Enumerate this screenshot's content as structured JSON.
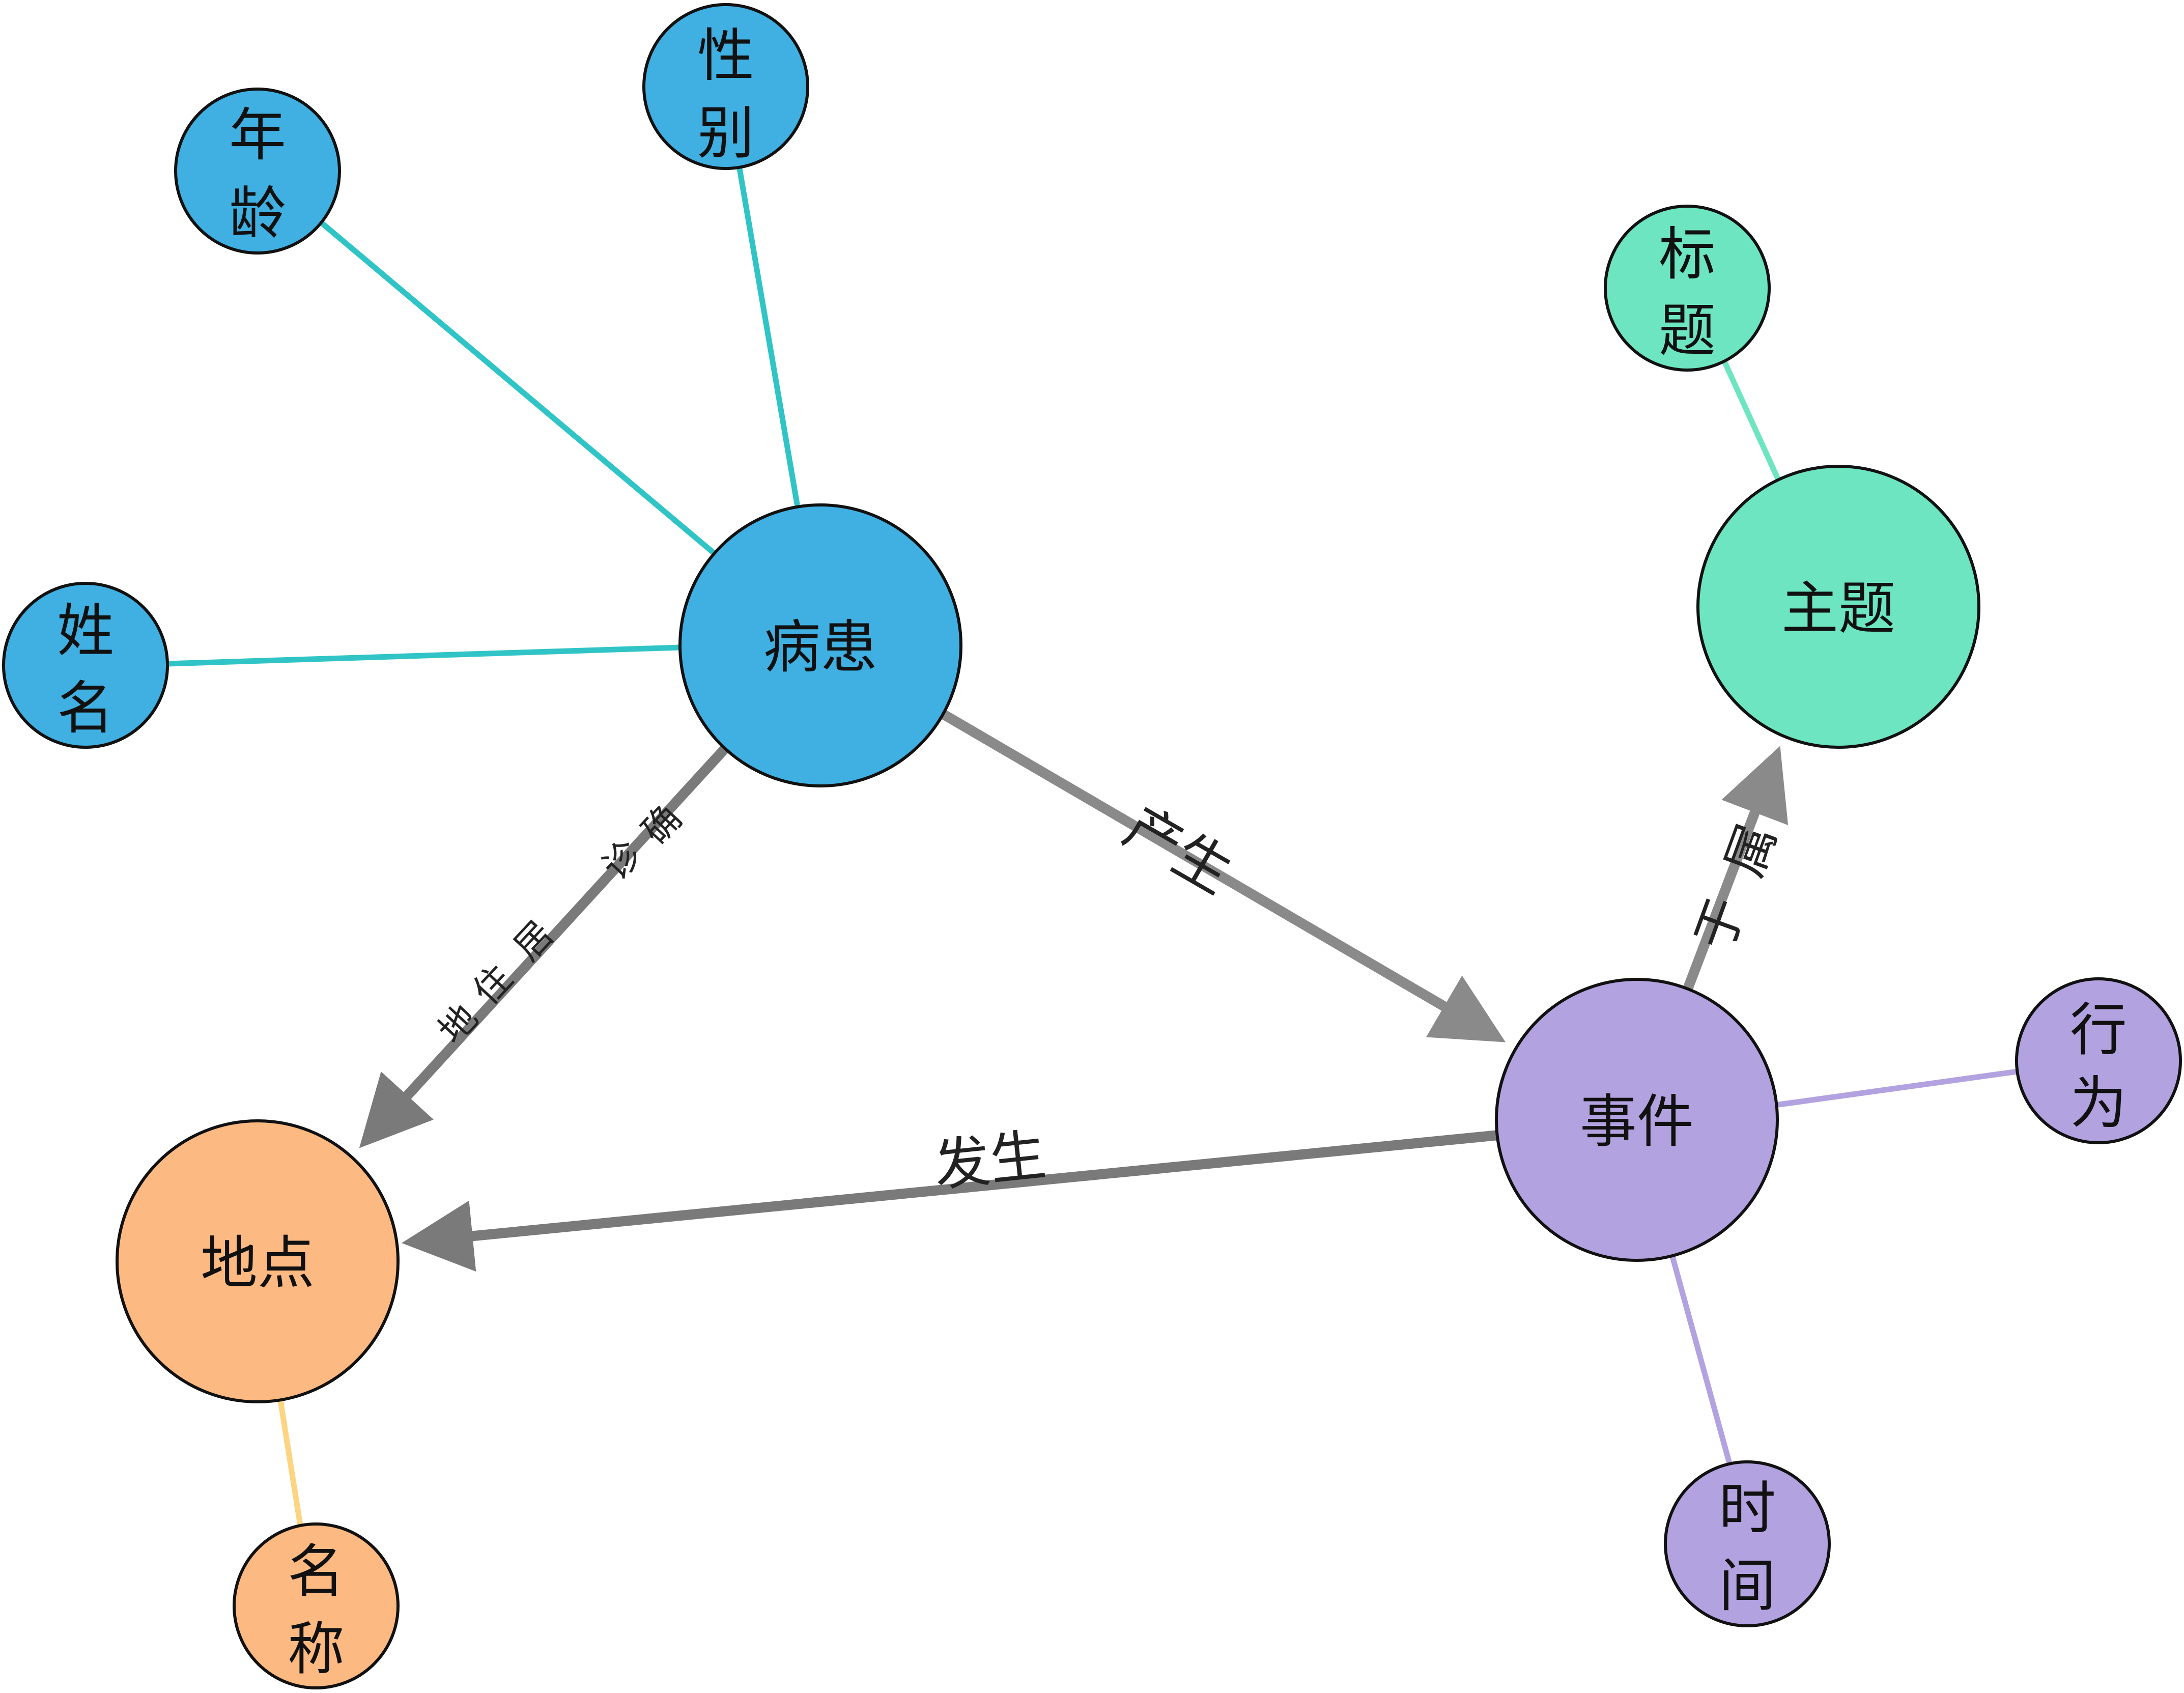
{
  "colors": {
    "patient": "#40b0e2",
    "patient_link": "#30c4c6",
    "event": "#b3a2e0",
    "event_link": "#b3a2e0",
    "place": "#fdb982",
    "place_link": "#fdd482",
    "topic": "#6de5c0",
    "topic_link": "#6de5c0",
    "relation": "#8a8a8a",
    "relation_dark": "#7a7a7a",
    "node_stroke": "#111111"
  },
  "nodes": {
    "patient": "病患",
    "patient_name": [
      "姓",
      "名"
    ],
    "patient_age": [
      "年",
      "龄"
    ],
    "patient_gender": [
      "性",
      "别"
    ],
    "place": "地点",
    "place_name": [
      "名",
      "称"
    ],
    "event": "事件",
    "event_action": [
      "行",
      "为"
    ],
    "event_time": [
      "时",
      "间"
    ],
    "topic": "主题",
    "topic_title": [
      "标",
      "题"
    ]
  },
  "edges": {
    "patient_place": [
      "确",
      "诊",
      "居",
      "住",
      "地"
    ],
    "patient_event": "产生",
    "event_place": "发生",
    "event_topic": [
      "属",
      "于"
    ]
  }
}
